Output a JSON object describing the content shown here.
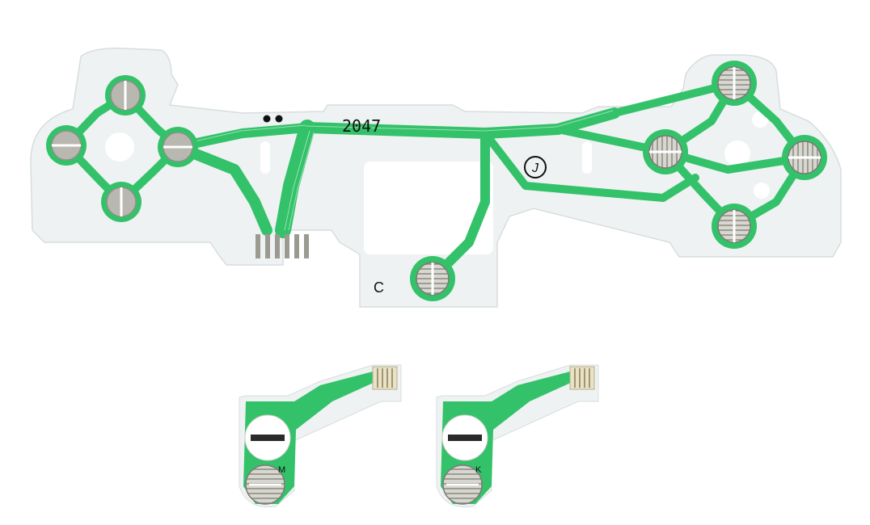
{
  "photo": {
    "subject": "",
    "background_color": "#ffffff",
    "film_color": "#eef2f2",
    "trace_color": "#33c26a",
    "trace_edge_color": "#1f9a4f",
    "contact_color": "#b8b8b0"
  },
  "main_ribbon": {
    "code_label": "2047",
    "revision_label": "C",
    "logo_glyph": "J"
  },
  "small_ribbons": [
    {
      "id": "left",
      "code_label": "M"
    },
    {
      "id": "right",
      "code_label": "K"
    }
  ]
}
